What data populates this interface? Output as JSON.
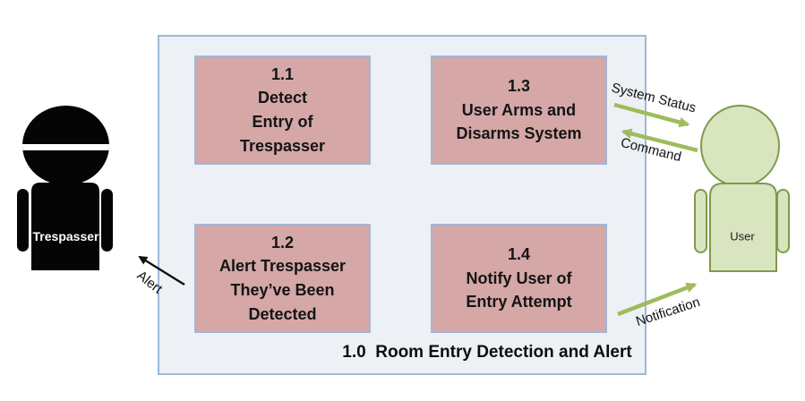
{
  "title": "1.0  Room Entry Detection and Alert",
  "processes": [
    {
      "number": "1.1",
      "name": "Detect\nEntry of\nTrespasser"
    },
    {
      "number": "1.2",
      "name": "Alert Trespasser\nThey’ve Been\nDetected"
    },
    {
      "number": "1.3",
      "name": "User Arms and\nDisarms System"
    },
    {
      "number": "1.4",
      "name": "Notify User of\nEntry Attempt"
    }
  ],
  "actors": {
    "trespasser": {
      "label": "Trespasser"
    },
    "user": {
      "label": "User"
    }
  },
  "flows": {
    "system_status": {
      "label": "System Status",
      "from": "1.3",
      "to": "User",
      "color": "#9FBB5C"
    },
    "command": {
      "label": "Command",
      "from": "User",
      "to": "1.3",
      "color": "#9FBB5C"
    },
    "notification": {
      "label": "Notification",
      "from": "1.4",
      "to": "User",
      "color": "#9FBB5C"
    },
    "alert": {
      "label": "Alert",
      "from": "1.2",
      "to": "Trespasser",
      "color": "#111111"
    }
  },
  "colors": {
    "process_fill": "#D5A7A7",
    "process_border": "#9FB7D8",
    "boundary_fill": "#EDF1F5",
    "boundary_border": "#9DB8D9",
    "flow_green": "#9FBB5C",
    "flow_black": "#111111",
    "trespasser_fill": "#050505",
    "user_fill": "#D9E5BF",
    "user_border": "#7E9A4B"
  }
}
